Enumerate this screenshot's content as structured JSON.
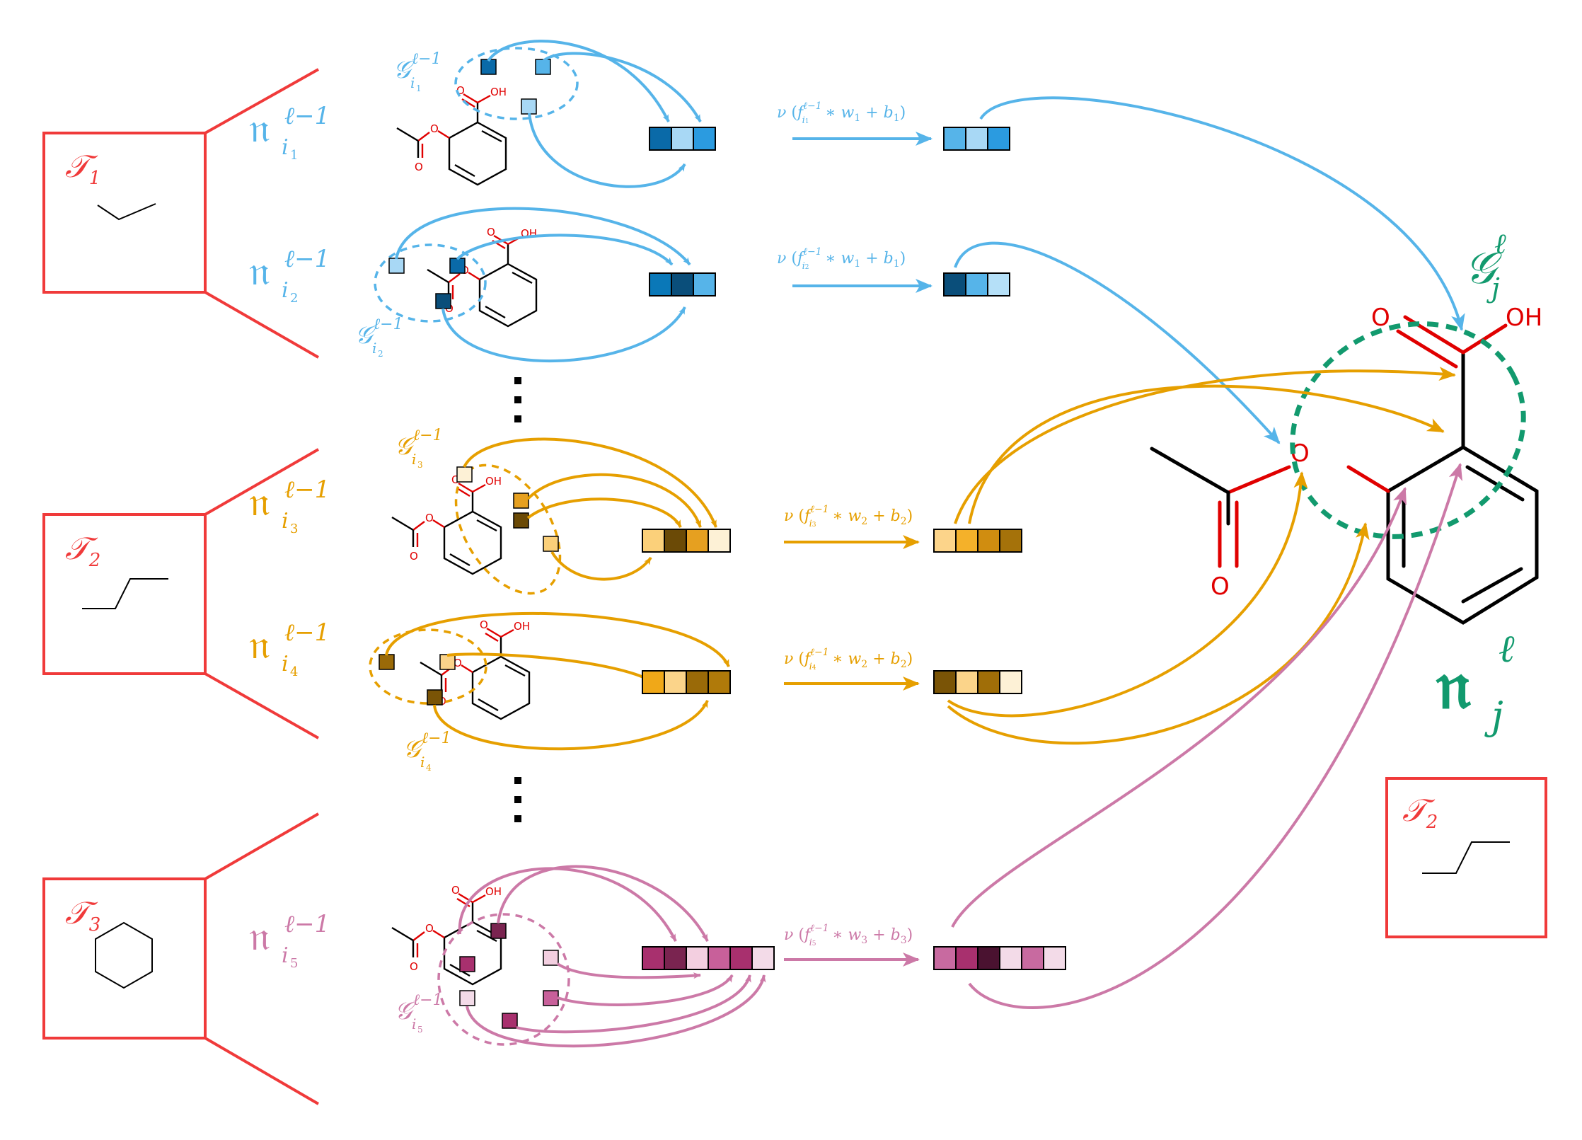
{
  "colors": {
    "red": "#f03a3a",
    "blue": "#56b4e9",
    "orange": "#e69f00",
    "pink": "#cc79a7",
    "green": "#129a6e",
    "atom_red": "#e00000",
    "black": "#000000"
  },
  "templates": [
    {
      "sym": "𝒯",
      "sub": "1",
      "shape": "V-line"
    },
    {
      "sym": "𝒯",
      "sub": "2",
      "shape": "step-line"
    },
    {
      "sym": "𝒯",
      "sub": "3",
      "shape": "hexagon"
    }
  ],
  "template_right": {
    "sym": "𝒯",
    "sub": "2",
    "shape": "step-line"
  },
  "neighbors": [
    {
      "n": "𝔫",
      "sup": "ℓ−1",
      "sub": "i",
      "subsub": "1",
      "color": "blue",
      "g_sym": "𝒢",
      "g_sup": "ℓ−1",
      "g_sub": "i",
      "g_subsub": "1",
      "func": "ν",
      "func_f_sup": "ℓ−1",
      "func_f_sub": "i",
      "func_f_subsub": "1",
      "func_w": "w",
      "func_w_sub": "1",
      "func_b": "b",
      "func_b_sub": "1"
    },
    {
      "n": "𝔫",
      "sup": "ℓ−1",
      "sub": "i",
      "subsub": "2",
      "color": "blue",
      "g_sym": "𝒢",
      "g_sup": "ℓ−1",
      "g_sub": "i",
      "g_subsub": "2",
      "func": "ν",
      "func_f_sup": "ℓ−1",
      "func_f_sub": "i",
      "func_f_subsub": "2",
      "func_w": "w",
      "func_w_sub": "1",
      "func_b": "b",
      "func_b_sub": "1"
    },
    {
      "n": "𝔫",
      "sup": "ℓ−1",
      "sub": "i",
      "subsub": "3",
      "color": "orange",
      "g_sym": "𝒢",
      "g_sup": "ℓ−1",
      "g_sub": "i",
      "g_subsub": "3",
      "func": "ν",
      "func_f_sup": "ℓ−1",
      "func_f_sub": "i",
      "func_f_subsub": "3",
      "func_w": "w",
      "func_w_sub": "2",
      "func_b": "b",
      "func_b_sub": "2"
    },
    {
      "n": "𝔫",
      "sup": "ℓ−1",
      "sub": "i",
      "subsub": "4",
      "color": "orange",
      "g_sym": "𝒢",
      "g_sup": "ℓ−1",
      "g_sub": "i",
      "g_subsub": "4",
      "func": "ν",
      "func_f_sup": "ℓ−1",
      "func_f_sub": "i",
      "func_f_subsub": "4",
      "func_w": "w",
      "func_w_sub": "2",
      "func_b": "b",
      "func_b_sub": "2"
    },
    {
      "n": "𝔫",
      "sup": "ℓ−1",
      "sub": "i",
      "subsub": "5",
      "color": "pink",
      "g_sym": "𝒢",
      "g_sup": "ℓ−1",
      "g_sub": "i",
      "g_subsub": "5",
      "func": "ν",
      "func_f_sup": "ℓ−1",
      "func_f_sub": "i",
      "func_f_subsub": "5",
      "func_w": "w",
      "func_w_sub": "3",
      "func_b": "b",
      "func_b_sub": "3"
    }
  ],
  "target": {
    "n": "𝔫",
    "sup": "ℓ",
    "sub": "j",
    "g_sym": "𝒢",
    "g_sup": "ℓ",
    "g_sub": "j"
  },
  "atoms": {
    "O": "O",
    "OH": "OH"
  },
  "vectors": {
    "in1": [
      "#0a6aa8",
      "#a8d8f5",
      "#2b9be0"
    ],
    "out1": [
      "#56b4e9",
      "#a8d8f5",
      "#2b9be0"
    ],
    "in2": [
      "#0a78b8",
      "#0a4e7a",
      "#56b4e9"
    ],
    "out2": [
      "#0a4e7a",
      "#56b4e9",
      "#b5e0f8"
    ],
    "in3": [
      "#fbd07a",
      "#6b4a06",
      "#e6a020",
      "#fdf1d6"
    ],
    "out3": [
      "#fcd48a",
      "#f4b12a",
      "#d08d10",
      "#a5720a"
    ],
    "in4": [
      "#f0a818",
      "#fbd48a",
      "#9a6a08",
      "#b07a0a"
    ],
    "out4": [
      "#7a5406",
      "#fbd48a",
      "#a06e08",
      "#fdf1d6"
    ],
    "in5": [
      "#a8306e",
      "#7a2450",
      "#f3cfe0",
      "#c8609a",
      "#a8306e",
      "#f3dbe8"
    ],
    "out5": [
      "#c86aa0",
      "#a8306e",
      "#4a1230",
      "#f3dbe8",
      "#c86aa0",
      "#f3dbe8"
    ]
  }
}
